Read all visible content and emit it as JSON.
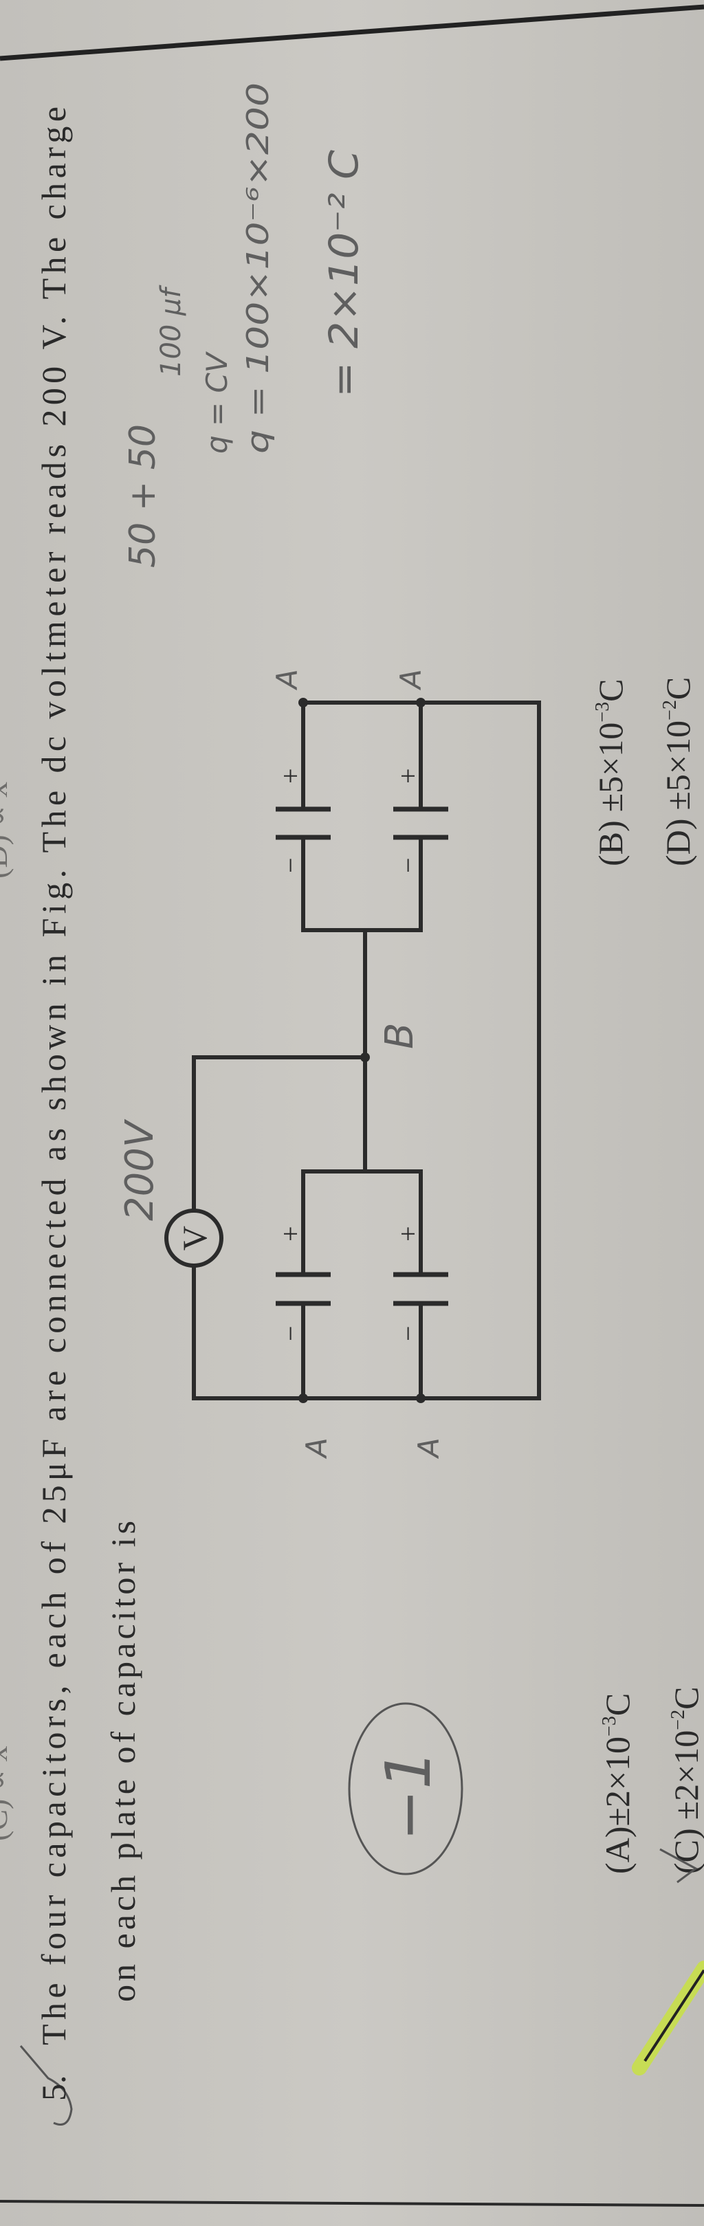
{
  "previous_question": {
    "option_c": "(C) ∝ x",
    "option_d": "(D) ∝ x"
  },
  "question": {
    "number": "5.",
    "line1": "The four capacitors, each of 25μF are connected as shown in Fig. The dc voltmeter reads 200 V. The charge",
    "line2": "on each plate of capacitor is"
  },
  "figure": {
    "voltmeter_symbol": "V",
    "plus_sign": "+",
    "minus_sign": "−"
  },
  "handwritten": {
    "voltage": "200V",
    "node_b": "B",
    "node_a": "A",
    "sum": "50 + 50",
    "sum_result": "100 μf",
    "formula": "q = CV",
    "substitution": "q = 100×10⁻⁶×200",
    "result": "= 2×10⁻² C",
    "circled_mark": "−1"
  },
  "options": [
    {
      "label": "(A)",
      "base": "±2×10",
      "exp": "−3",
      "unit": "C"
    },
    {
      "label": "(B)",
      "base": "±5×10",
      "exp": "−3",
      "unit": "C"
    },
    {
      "label": "(C)",
      "base": "±2×10",
      "exp": "−2",
      "unit": "C",
      "marked": true
    },
    {
      "label": "(D)",
      "base": "±5×10",
      "exp": "−2",
      "unit": "C"
    }
  ],
  "colors": {
    "paper": "#c6c4bf",
    "ink": "#2a2a2a",
    "pencil": "#5a5a5a",
    "highlighter": "#c8e04a"
  }
}
